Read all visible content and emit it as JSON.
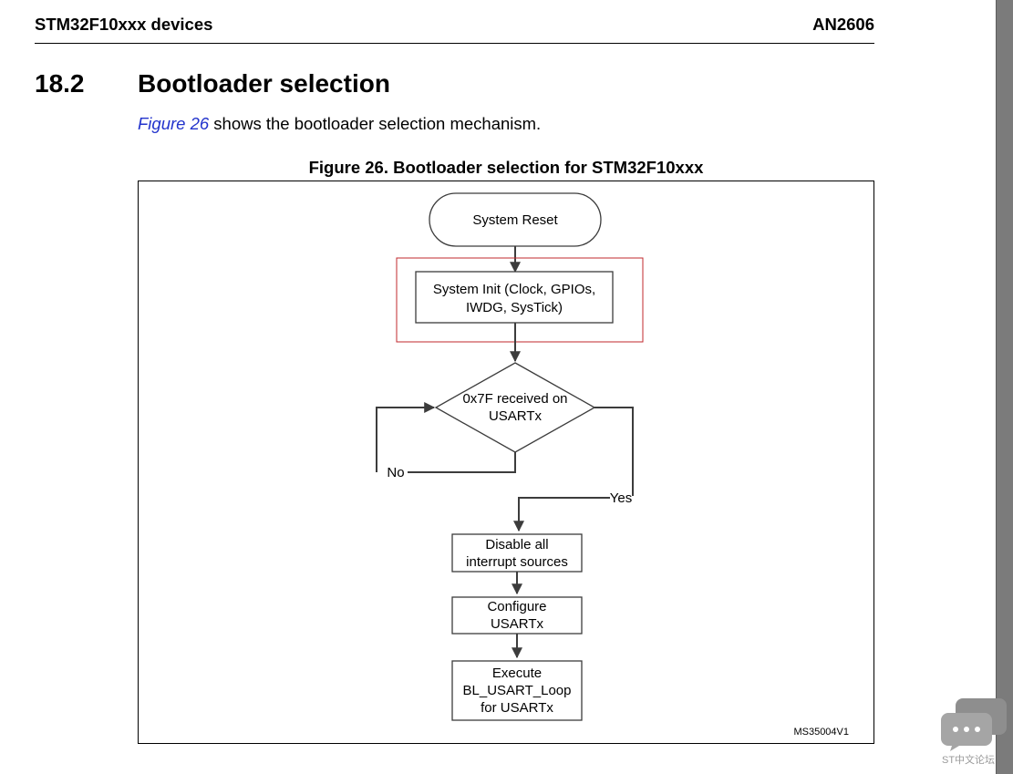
{
  "header": {
    "left": "STM32F10xxx devices",
    "right": "AN2606"
  },
  "section": {
    "number": "18.2",
    "title": "Bootloader selection"
  },
  "intro": {
    "ref": "Figure 26",
    "text": " shows the bootloader selection mechanism."
  },
  "figure": {
    "caption": "Figure 26. Bootloader selection for STM32F10xxx",
    "id_code": "MS35004V1",
    "highlight_color": "#c0282e",
    "nodes": {
      "start": "System Reset",
      "init_line1": "System Init (Clock, GPIOs,",
      "init_line2": "IWDG, SysTick)",
      "decision_line1": "0x7F received on",
      "decision_line2": "USARTx",
      "no": "No",
      "yes": "Yes",
      "disable_line1": "Disable all",
      "disable_line2": "interrupt sources",
      "configure_line1": "Configure",
      "configure_line2": "USARTx",
      "execute_line1": "Execute",
      "execute_line2": "BL_USART_Loop",
      "execute_line3": "for USARTx"
    }
  },
  "widget": {
    "label": "ST中文论坛"
  }
}
